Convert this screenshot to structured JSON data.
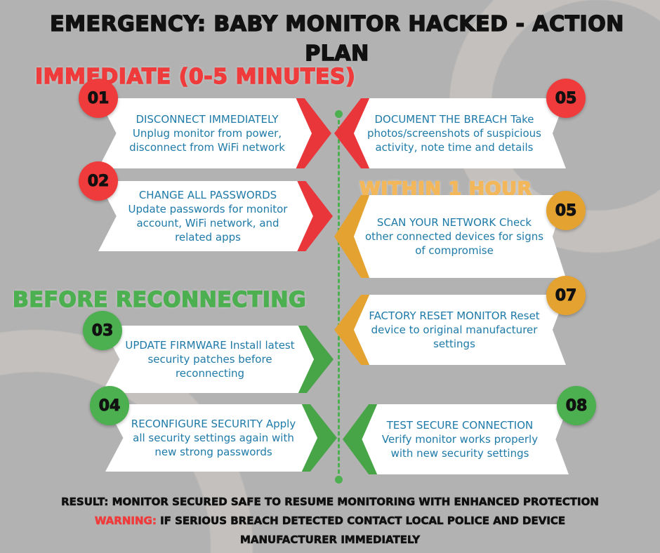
{
  "title": "EMERGENCY: BABY MONITOR HACKED - ACTION PLAN",
  "sections": {
    "immediate": "IMMEDIATE (0-5 MINUTES)",
    "hour": "WITHIN 1 HOUR",
    "before": "BEFORE RECONNECTING"
  },
  "steps": [
    {
      "num": "01",
      "text": "DISCONNECT IMMEDIATELY Unplug monitor from power, disconnect from WiFi network"
    },
    {
      "num": "02",
      "text": "CHANGE ALL PASSWORDS Update passwords for monitor account, WiFi network, and related apps"
    },
    {
      "num": "03",
      "text": "UPDATE FIRMWARE Install latest security patches before reconnecting"
    },
    {
      "num": "04",
      "text": "RECONFIGURE SECURITY Apply all security settings again with new strong passwords"
    },
    {
      "num": "05",
      "text": "DOCUMENT THE BREACH Take photos/screenshots of suspicious activity, note time and details"
    },
    {
      "num": "05",
      "text": "SCAN YOUR NETWORK Check other connected devices for signs of compromise"
    },
    {
      "num": "07",
      "text": "FACTORY RESET MONITOR Reset device to original manufacturer settings"
    },
    {
      "num": "08",
      "text": "TEST SECURE CONNECTION Verify monitor works properly with new security settings"
    }
  ],
  "footer": {
    "result": "RESULT: MONITOR SECURED SAFE TO RESUME MONITORING WITH ENHANCED PROTECTION",
    "warning_label": "WARNING:",
    "warning_text": " IF SERIOUS BREACH DETECTED CONTACT LOCAL POLICE AND DEVICE MANUFACTURER IMMEDIATELY"
  },
  "colors": {
    "red": "#ef3b3b",
    "orange": "#f3b75b",
    "green": "#4caf50",
    "text": "#1e7aa8",
    "bg": "#b2b2b2"
  }
}
